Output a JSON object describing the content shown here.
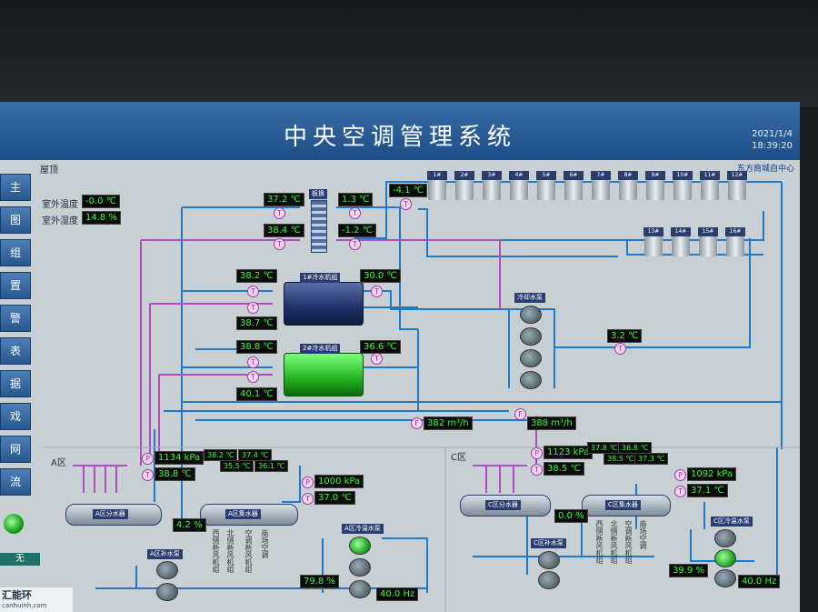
{
  "header": {
    "title": "中央空调管理系统",
    "date": "2021/1/4",
    "time": "18:39:20",
    "org": "东方商城自中心"
  },
  "nav": {
    "items": [
      "主",
      "图",
      "组",
      "置",
      "警",
      "表",
      "据",
      "戏",
      "网",
      "流"
    ],
    "status_text": "无"
  },
  "logo": {
    "name": "汇能环",
    "url": "canhuinh.com"
  },
  "page": {
    "roof_label": "屋顶",
    "zone_a_label": "A区",
    "zone_c_label": "C区"
  },
  "outdoor": {
    "temp_label": "室外温度",
    "temp_value": "-0.0 ℃",
    "humidity_label": "室外湿度",
    "humidity_value": "14.8 %"
  },
  "plate_hx": {
    "label": "板换",
    "temps": [
      "37.2 ℃",
      "38.4 ℃",
      "1.3 ℃",
      "-1.2 ℃"
    ]
  },
  "towers": {
    "outlet_temp": "-4.1 ℃",
    "row1": [
      "1#",
      "2#",
      "3#",
      "4#",
      "5#",
      "6#",
      "7#",
      "8#",
      "9#",
      "10#",
      "11#",
      "12#"
    ],
    "row2": [
      "13#",
      "14#",
      "15#",
      "16#"
    ]
  },
  "chiller1": {
    "label": "1#冷水机组",
    "temps": [
      "38.2 ℃",
      "38.7 ℃",
      "30.0 ℃"
    ]
  },
  "chiller2": {
    "label": "2#冷水机组",
    "temps": [
      "38.8 ℃",
      "40.1 ℃",
      "36.6 ℃"
    ]
  },
  "cooling_pumps": {
    "label": "冷却水泵",
    "return_temp": "3.2 ℃"
  },
  "flows": {
    "flow1": "382 m³/h",
    "flow2": "388 m³/h"
  },
  "zone_a": {
    "pressure1": "1134 kPa",
    "temp1": "38.8 ℃",
    "branch_temps": [
      "38.2 ℃",
      "35.5 ℃",
      "37.4 ℃",
      "36.1 ℃"
    ],
    "pressure2": "1000 kPa",
    "temp2": "37.0 ℃",
    "divider_label": "A区分水器",
    "collector_label": "A区集水器",
    "valve_pct": "4.2 %",
    "pump_pct": "79.8 %",
    "pump_hz": "40.0 Hz",
    "makeup_pump_label": "A区补水泵",
    "circ_pump_label": "A区冷温水泵",
    "branch_labels": [
      "西侧新风机组",
      "北侧新风机组",
      "空调新风机组",
      "商场空调"
    ]
  },
  "zone_c": {
    "pressure1": "1123 kPa",
    "temp1": "38.5 ℃",
    "branch_temps": [
      "37.8 ℃",
      "38.5 ℃",
      "36.8 ℃",
      "37.3 ℃"
    ],
    "pressure2": "1092 kPa",
    "temp2": "37.1 ℃",
    "divider_label": "C区分水器",
    "collector_label": "C区集水器",
    "valve_pct": "0.0 %",
    "pump_pct": "39.9 %",
    "pump_hz": "40.0 Hz",
    "makeup_pump_label": "C区补水泵",
    "circ_pump_label": "C区冷温水泵",
    "branch_labels": [
      "西侧新风机组",
      "北侧新风机组",
      "空调新风机组",
      "商场空调"
    ]
  },
  "colors": {
    "pipe_blue": "#1d79c9",
    "pipe_purple": "#b04cc0",
    "value_green": "#2fff2f"
  }
}
